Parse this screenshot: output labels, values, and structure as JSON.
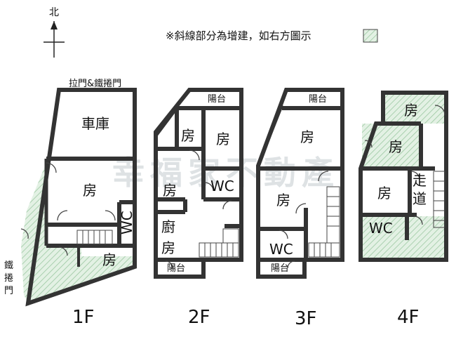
{
  "compass": {
    "north_label": "北"
  },
  "legend": {
    "note": "※斜線部分為增建，如右方圖示",
    "hatch_color": "#bfe0c4"
  },
  "watermark": "幸福家不動產",
  "colors": {
    "wall": "#333333",
    "hatch_fill": "#d9eedb",
    "hatch_line": "#9cc8a2"
  },
  "floors": [
    {
      "id": "1F",
      "label": "1F",
      "door_labels": {
        "top": "拉門&鐵捲門",
        "side": "鐵捲門"
      },
      "rooms": [
        {
          "label": "車庫"
        },
        {
          "label": "房"
        },
        {
          "label": "WC"
        },
        {
          "label": "房"
        }
      ]
    },
    {
      "id": "2F",
      "label": "2F",
      "balconies": [
        "陽台",
        "陽台"
      ],
      "rooms": [
        {
          "label": "房"
        },
        {
          "label": "房"
        },
        {
          "label": "房"
        },
        {
          "label": "WC"
        },
        {
          "label": "廚房"
        }
      ]
    },
    {
      "id": "3F",
      "label": "3F",
      "balconies": [
        "陽台",
        "陽台"
      ],
      "rooms": [
        {
          "label": "房"
        },
        {
          "label": "房"
        },
        {
          "label": "WC"
        }
      ]
    },
    {
      "id": "4F",
      "label": "4F",
      "rooms": [
        {
          "label": "房"
        },
        {
          "label": "房"
        },
        {
          "label": "房"
        },
        {
          "label": "走道"
        },
        {
          "label": "WC"
        }
      ]
    }
  ]
}
